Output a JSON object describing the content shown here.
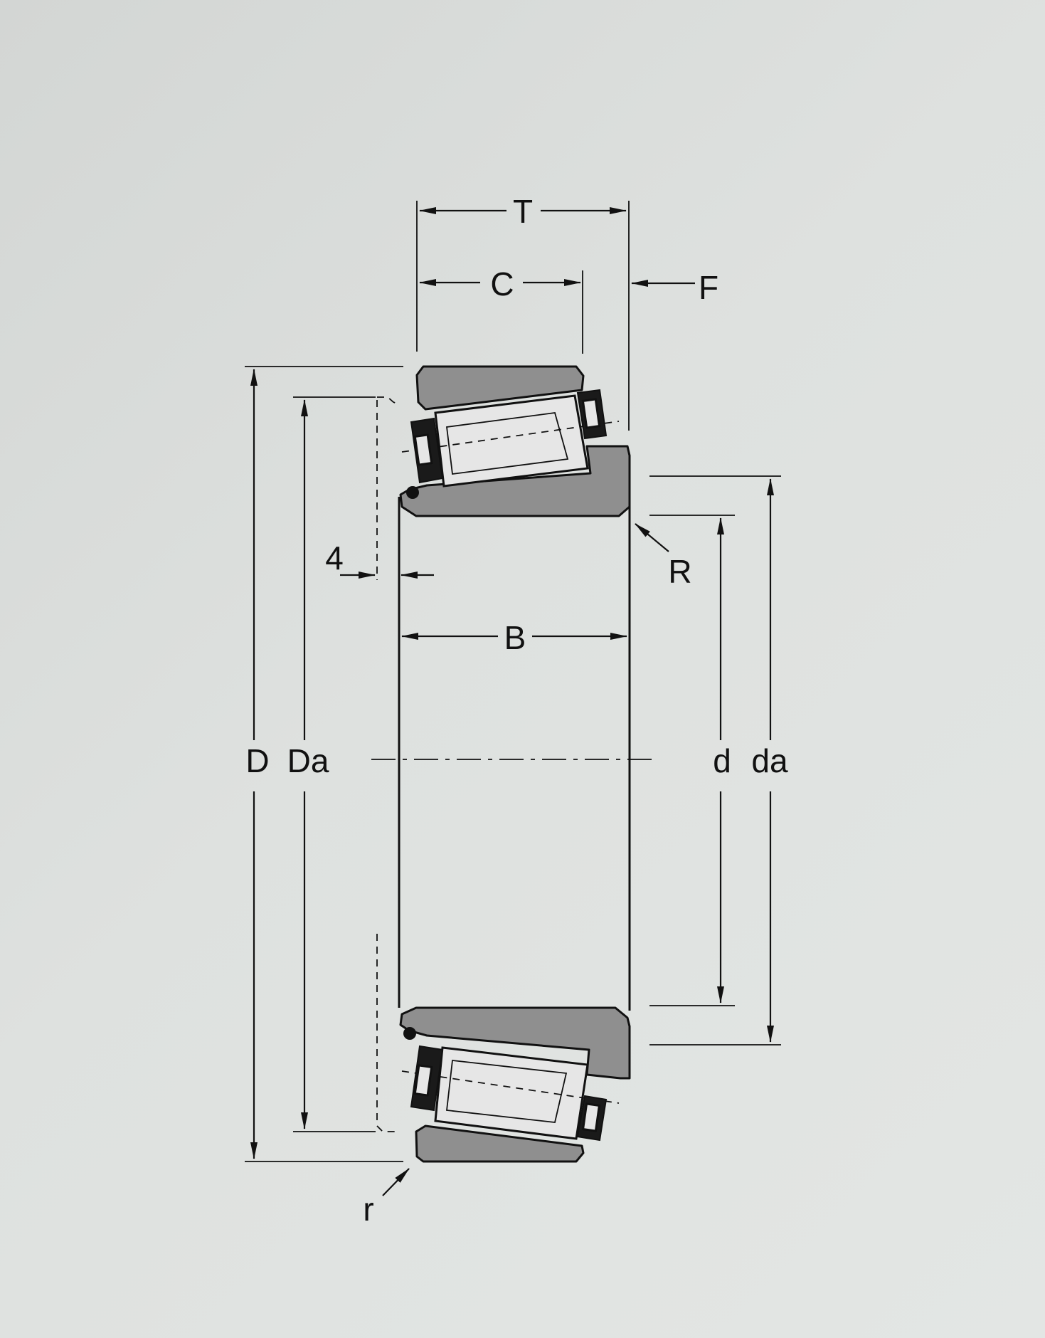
{
  "diagram": {
    "labels": {
      "T": "T",
      "C": "C",
      "F": "F",
      "four": "4",
      "R": "R",
      "B": "B",
      "D": "D",
      "Da": "Da",
      "d": "d",
      "da": "da",
      "r": "r"
    },
    "colors": {
      "background": "#dee1df",
      "ring_fill": "#8f8f8f",
      "roller_fill": "#e6e6e6",
      "line": "#111111"
    }
  }
}
